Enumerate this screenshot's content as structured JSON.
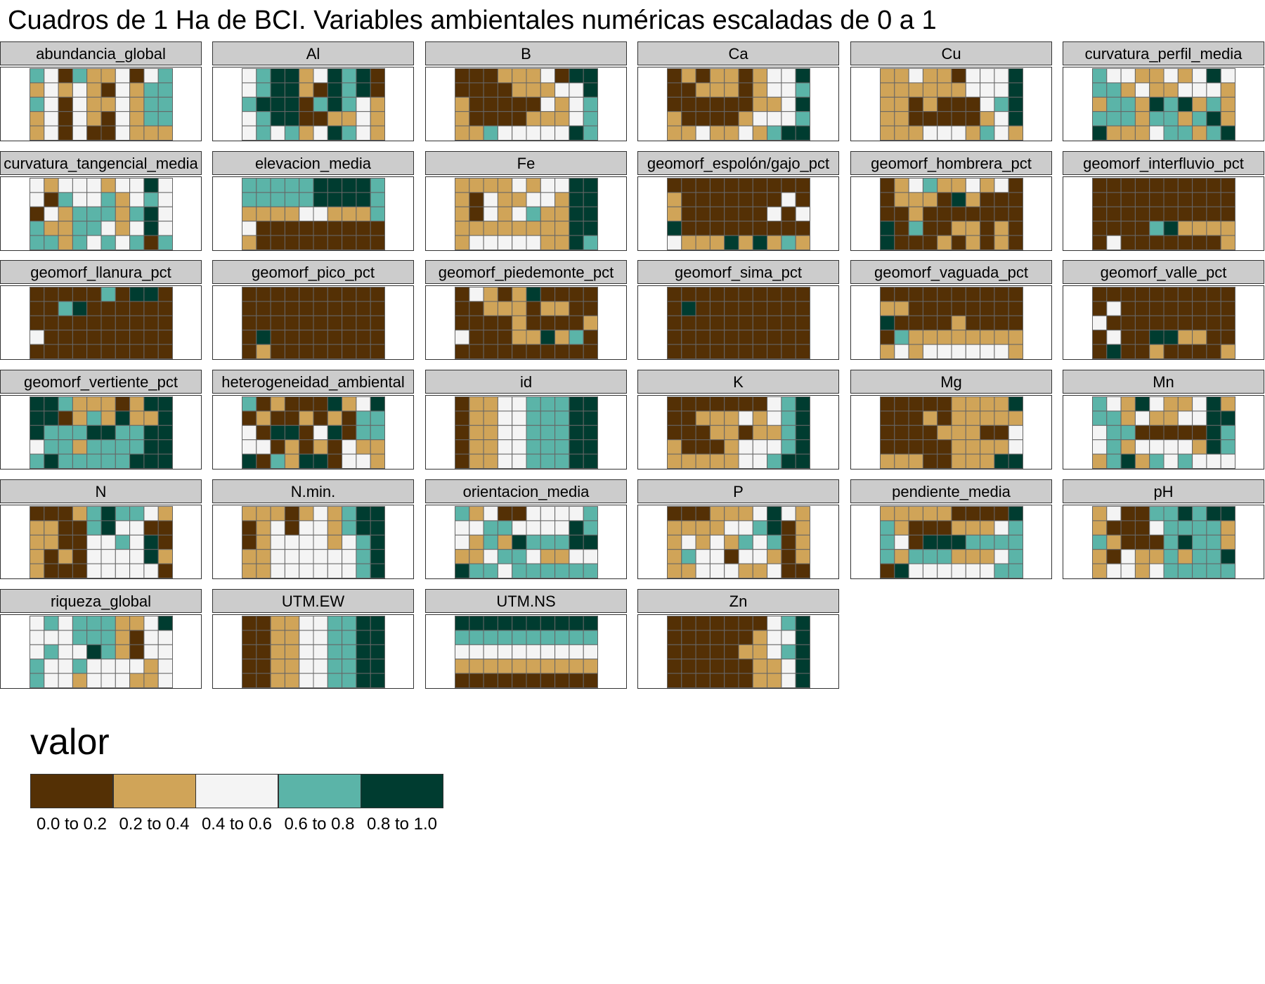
{
  "title": "Cuadros de 1 Ha de BCI. Variables ambientales numéricas escaladas de 0 a 1",
  "legend": {
    "title": "valor",
    "bins": [
      "0.0 to 0.2",
      "0.2 to 0.4",
      "0.4 to 0.6",
      "0.6 to 0.8",
      "0.8 to 1.0"
    ]
  },
  "colors": {
    "bins": [
      "#543005",
      "#d0a458",
      "#f4f4f4",
      "#5bb4a8",
      "#003c30"
    ],
    "strip_bg": "#cccccc",
    "cell_border": "#666666"
  },
  "chart_data": {
    "type": "heatmap",
    "grid": {
      "columns": 10,
      "rows": 5
    },
    "facets": [
      {
        "name": "abundancia_global",
        "codes": [
          "3203112023",
          "1212102133",
          "3202112133",
          "1202102133",
          "1202002111"
        ]
      },
      {
        "name": "Al",
        "codes": [
          "2344124340",
          "2344104340",
          "3444034321",
          "2344001121",
          "2323124321"
        ]
      },
      {
        "name": "B",
        "codes": [
          "0001112044",
          "0000111224",
          "1000002123",
          "1000011123",
          "1132222243"
        ]
      },
      {
        "name": "Ca",
        "codes": [
          "0101101224",
          "0011101223",
          "0000001124",
          "1000012223",
          "1121121344"
        ]
      },
      {
        "name": "Cu",
        "codes": [
          "1121102224",
          "1111112224",
          "1101000234",
          "1100000124",
          "1112221321"
        ]
      },
      {
        "name": "curvatura_perfil_media",
        "codes": [
          "3221121242",
          "3312112221",
          "1331434131",
          "3331331341",
          "4111233134"
        ]
      },
      {
        "name": "curvatura_tangencial_media",
        "codes": [
          "2122212242",
          "2032231232",
          "0213331342",
          "3113321242",
          "3313232303"
        ]
      },
      {
        "name": "elevacion_media",
        "codes": [
          "3333344443",
          "3333344443",
          "1111221113",
          "2000000000",
          "1000000000"
        ]
      },
      {
        "name": "Fe",
        "codes": [
          "1111212244",
          "1021122144",
          "1021231144",
          "1111111144",
          "1222221143"
        ]
      },
      {
        "name": "geomorf_espolón/gajo_pct",
        "codes": [
          "0000000000",
          "1000000020",
          "1000000202",
          "4000000000",
          "2111414131"
        ]
      },
      {
        "name": "geomorf_hombrera_pct",
        "codes": [
          "0123112120",
          "0111041000",
          "0010000000",
          "4030011010",
          "4000101010"
        ]
      },
      {
        "name": "geomorf_interfluvio_pct",
        "codes": [
          "0000000000",
          "0000000000",
          "0000000000",
          "0000341111",
          "0200000001"
        ]
      },
      {
        "name": "geomorf_llanura_pct",
        "codes": [
          "0000030440",
          "0034000000",
          "0000000000",
          "2000000000",
          "0000000000"
        ]
      },
      {
        "name": "geomorf_pico_pct",
        "codes": [
          "0000000000",
          "0000000000",
          "0000000000",
          "0400000000",
          "0100000000"
        ]
      },
      {
        "name": "geomorf_piedemonte_pct",
        "codes": [
          "0210140000",
          "0011101100",
          "0000100001",
          "2000114130",
          "0000000000"
        ]
      },
      {
        "name": "geomorf_sima_pct",
        "codes": [
          "0000000000",
          "0400000000",
          "0000000000",
          "0000000000",
          "0000000000"
        ]
      },
      {
        "name": "geomorf_vaguada_pct",
        "codes": [
          "0000000000",
          "1100000000",
          "4000010000",
          "0311111111",
          "1212222221"
        ]
      },
      {
        "name": "geomorf_valle_pct",
        "codes": [
          "0000000000",
          "0200000000",
          "2000000000",
          "0200441100",
          "0400100001"
        ]
      },
      {
        "name": "geomorf_vertiente_pct",
        "codes": [
          "4431110144",
          "4401314114",
          "4333443344",
          "2331333344",
          "3433333444"
        ]
      },
      {
        "name": "heterogeneidad_ambiental",
        "codes": [
          "3010004124",
          "0100101033",
          "2044024033",
          "2201010211",
          "4031440221"
        ]
      },
      {
        "name": "id",
        "codes": [
          "0112233344",
          "0112233344",
          "0112233344",
          "0112233344",
          "0112233344"
        ]
      },
      {
        "name": "K",
        "codes": [
          "0000000234",
          "0011121234",
          "0001101134",
          "1000122234",
          "1111122344"
        ]
      },
      {
        "name": "Mg",
        "codes": [
          "0000011114",
          "0001011111",
          "0000111002",
          "0000011112",
          "1110011144"
        ]
      },
      {
        "name": "Mn",
        "codes": [
          "3214211241",
          "3312112244",
          "2330000043",
          "2312222143",
          "1341323222"
        ]
      },
      {
        "name": "N",
        "codes": [
          "0001343321",
          "1100342200",
          "1100223240",
          "1010222241",
          "1000222220"
        ]
      },
      {
        "name": "N.min.",
        "codes": [
          "1110121344",
          "0120221344",
          "0122221234",
          "1122222234",
          "1122222234"
        ]
      },
      {
        "name": "orientacion_media",
        "codes": [
          "3120022223",
          "2233222243",
          "2131433344",
          "1123321122",
          "4332333333"
        ]
      },
      {
        "name": "P",
        "codes": [
          "0001112421",
          "1111223401",
          "1212132301",
          "1322022101",
          "1122211200"
        ]
      },
      {
        "name": "pendiente_media",
        "codes": [
          "1111100004",
          "3100011123",
          "3204443333",
          "3133311123",
          "0422222233"
        ]
      },
      {
        "name": "pH",
        "codes": [
          "1200334344",
          "1000233331",
          "3100034331",
          "1021131334",
          "1221233333"
        ]
      },
      {
        "name": "riqueza_global",
        "codes": [
          "2323331124",
          "2223331022",
          "2322431022",
          "3223222212",
          "3221222112"
        ]
      },
      {
        "name": "UTM.EW",
        "codes": [
          "0011223344",
          "0011223344",
          "0011223344",
          "0011223344",
          "0011223344"
        ]
      },
      {
        "name": "UTM.NS",
        "codes": [
          "4444444444",
          "3333333333",
          "2222222222",
          "1111111111",
          "0000000000"
        ]
      },
      {
        "name": "Zn",
        "codes": [
          "0000000234",
          "0000001224",
          "0000011234",
          "0000001124",
          "0000001124"
        ]
      }
    ]
  }
}
